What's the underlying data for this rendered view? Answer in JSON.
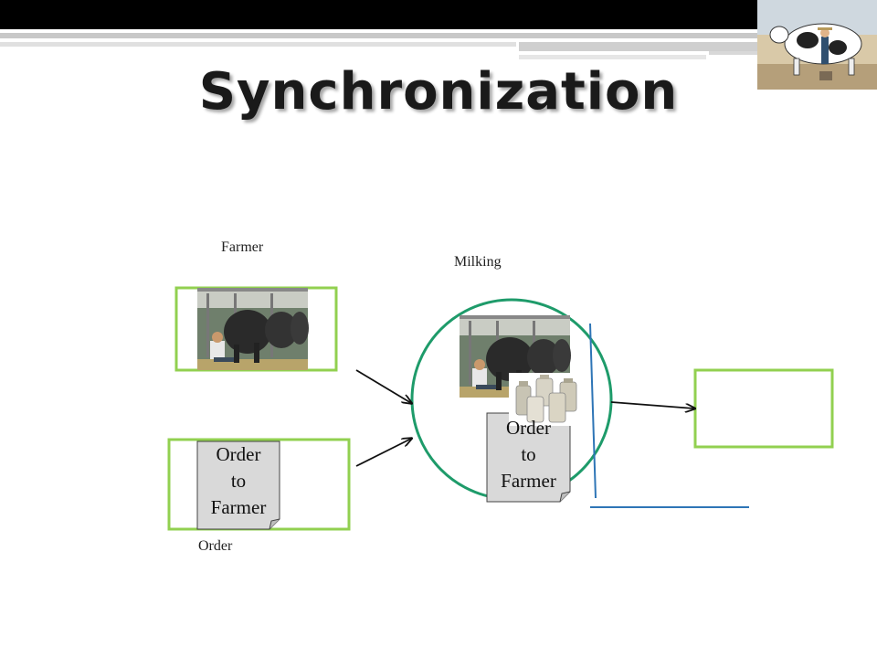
{
  "slide": {
    "title": "Synchronization"
  },
  "labels": {
    "farmer": "Farmer",
    "milking": "Milking",
    "order": "Order"
  },
  "documents": {
    "order_doc_lines": [
      "Order",
      "to",
      "Farmer"
    ],
    "milking_doc_lines": [
      "Order",
      "to",
      "Farmer"
    ]
  },
  "colors": {
    "box_border": "#92d050",
    "circle_border": "#1e9b6a",
    "blue_line": "#2e75b6",
    "doc_fill": "#d9d9d9",
    "arrow": "#111111"
  },
  "icons": {
    "farmer_photo": "cow-milking-photo-icon",
    "milking_photo": "cow-milking-photo-icon",
    "milk_cans": "milk-cans-icon",
    "corner": "cow-painting-icon"
  }
}
